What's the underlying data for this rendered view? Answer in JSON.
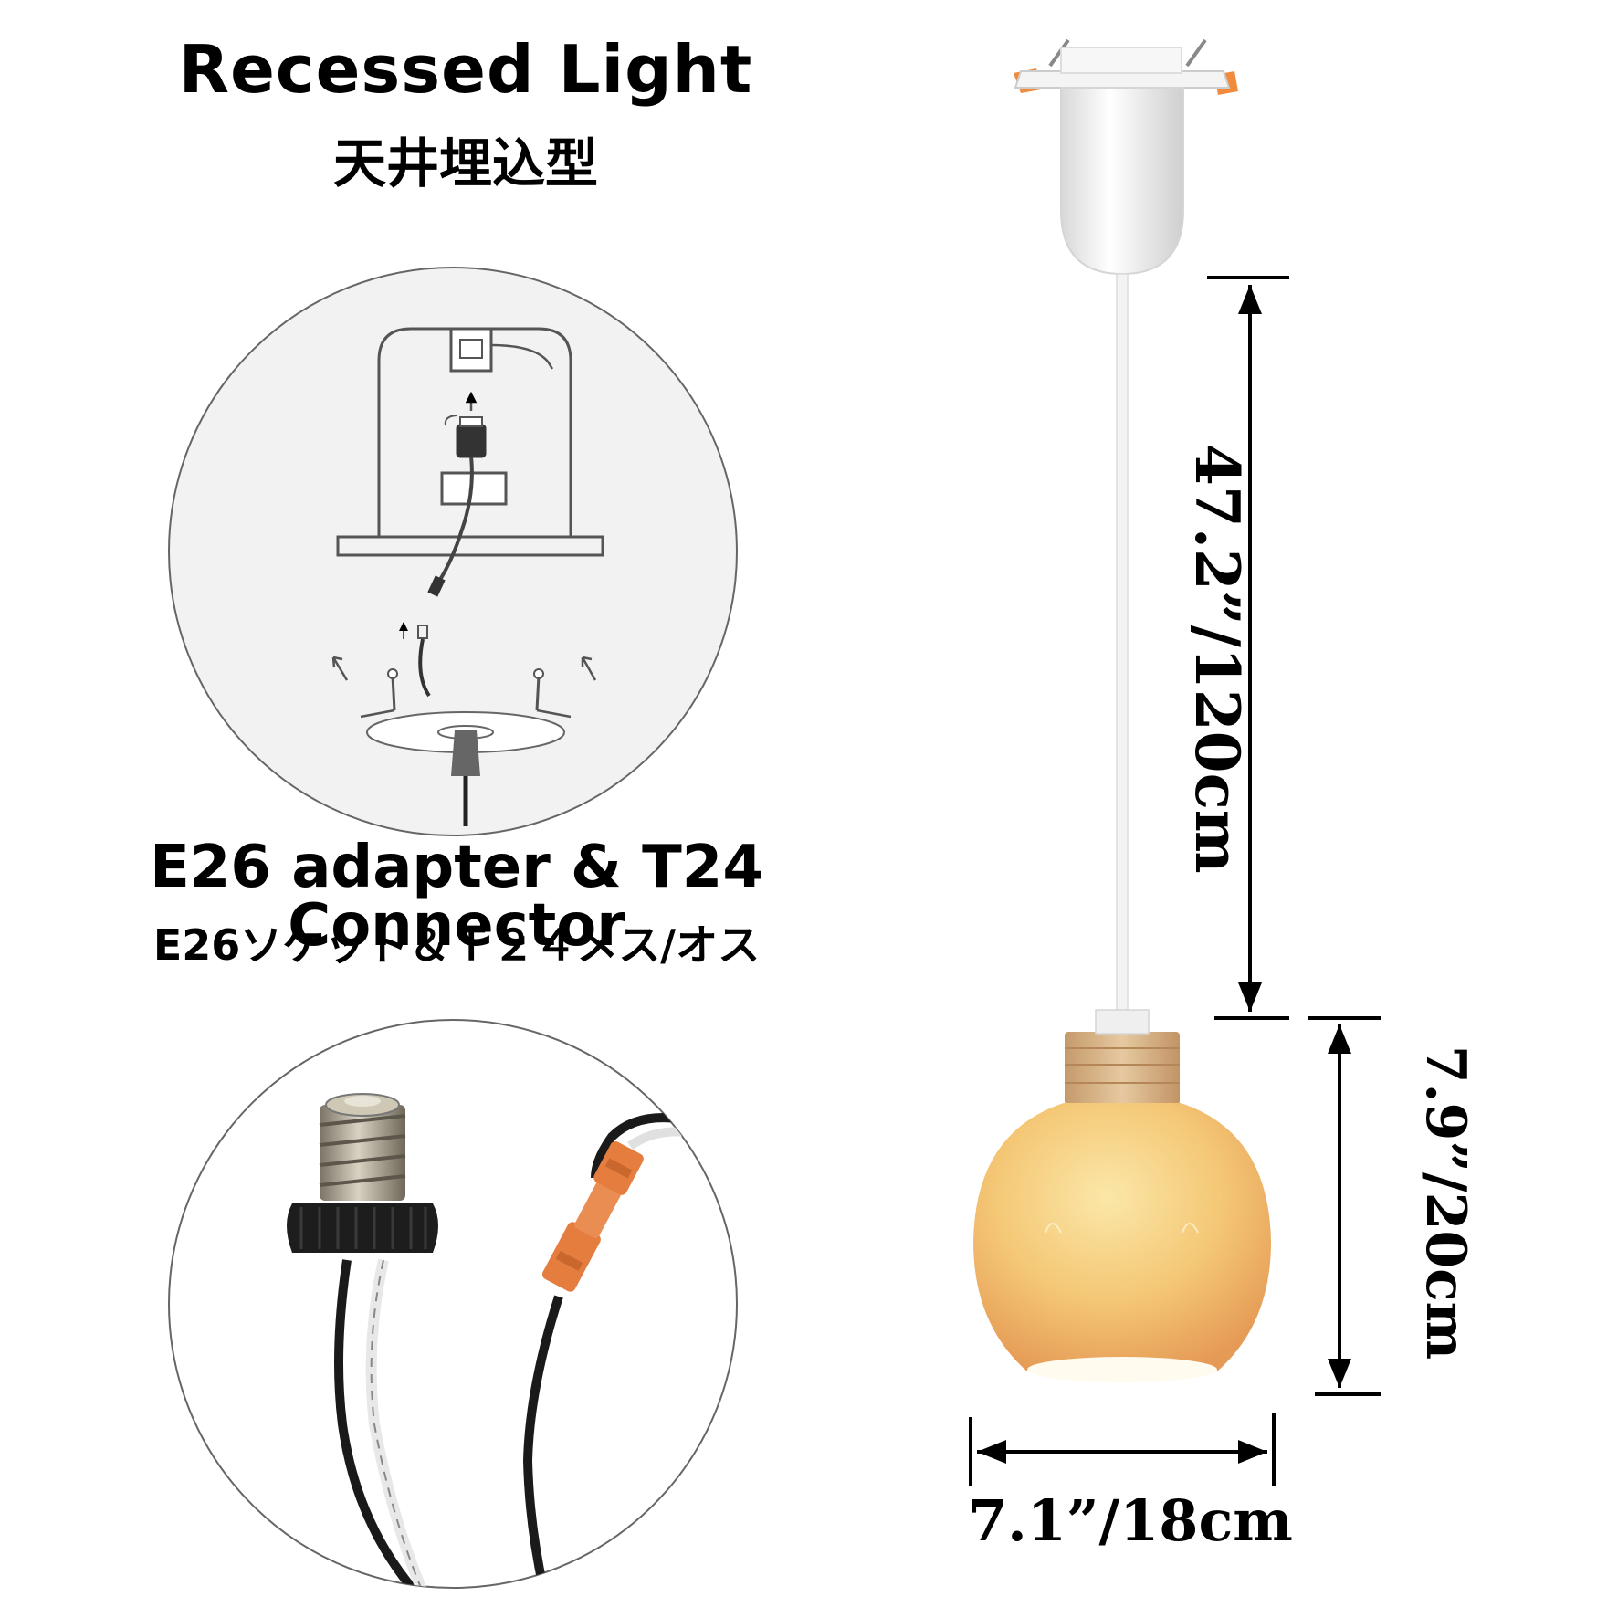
{
  "header": {
    "title": "Recessed Light",
    "subtitle": "天井埋込型"
  },
  "caption": {
    "title": "E26 adapter & T24 Connector",
    "subtitle": "E26ソケット＆Ｔ２４メス/オス"
  },
  "dimensions": {
    "cord_length": "47.2”/120cm",
    "shade_height": "7.9”/20cm",
    "shade_width": "7.1”/18cm"
  },
  "colors": {
    "shade_top": "#f7d88a",
    "shade_bottom": "#e8a25c",
    "wood": "#d9b98f",
    "connector": "#e47d3e",
    "clip": "#f08a3c"
  }
}
